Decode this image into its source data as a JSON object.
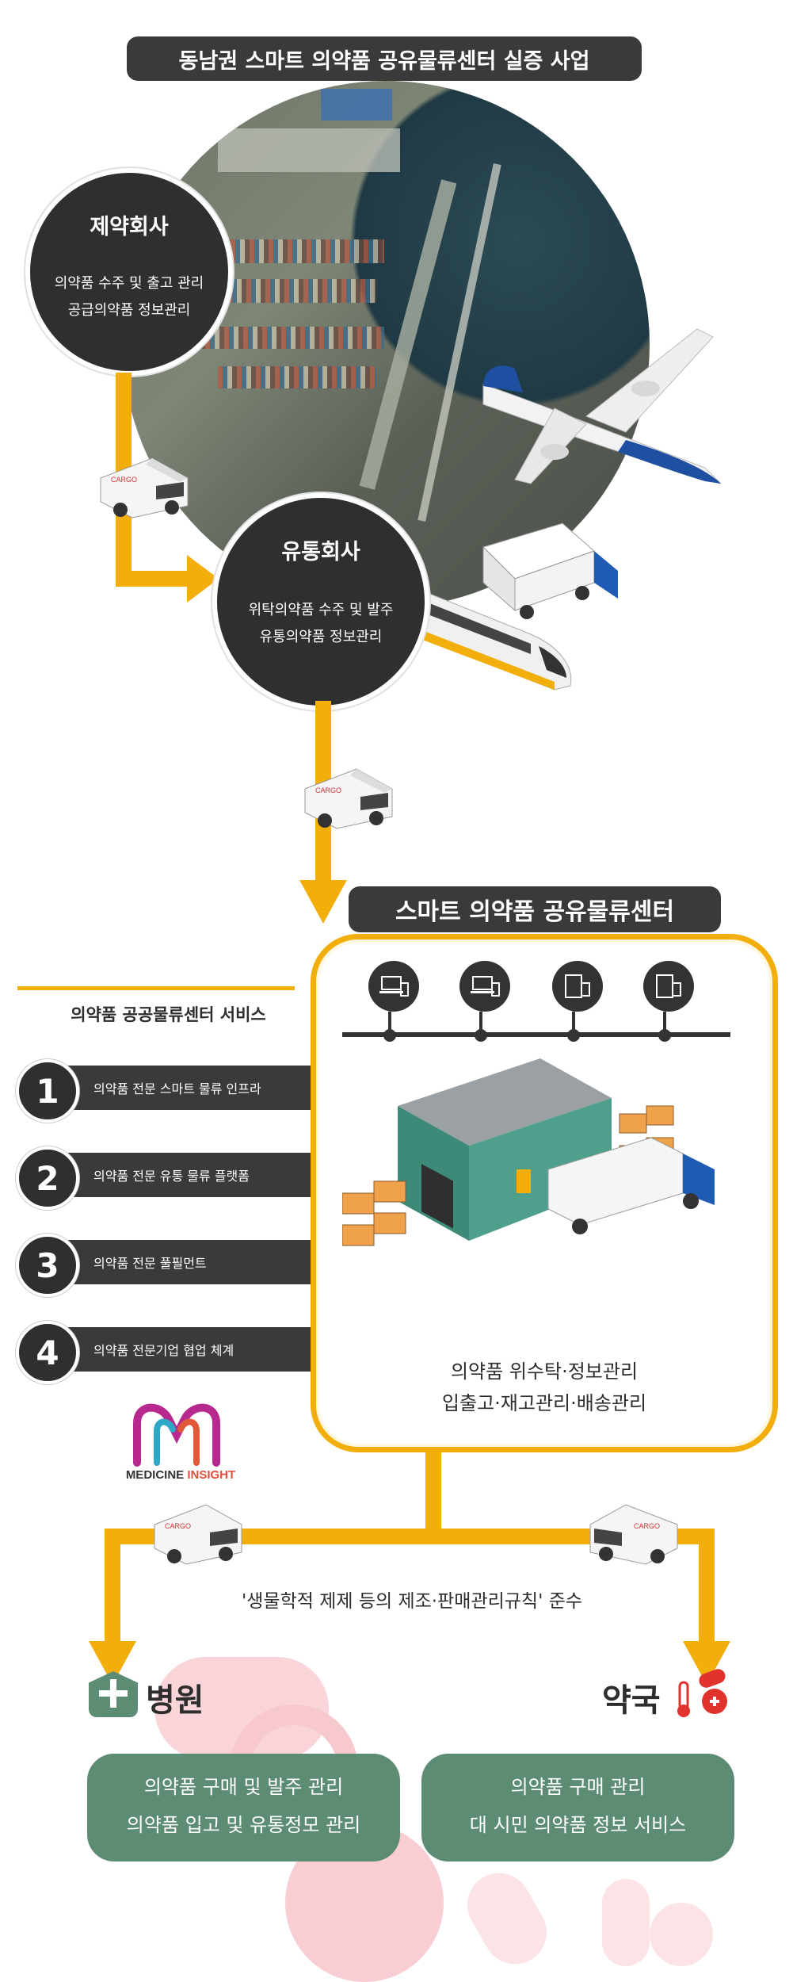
{
  "title": "동남권 스마트 의약품 공유물류센터 실증 사업",
  "pharma_company": {
    "heading": "제약회사",
    "line1": "의약품 수주 및 출고 관리",
    "line2": "공급의약품 정보관리"
  },
  "distributor": {
    "heading": "유통회사",
    "line1": "위탁의약품 수주 및 발주",
    "line2": "유통의약품 정보관리"
  },
  "center": {
    "title": "스마트 의약품 공유물류센터",
    "line1": "의약품 위수탁·정보관리",
    "line2": "입출고·재고관리·배송관리"
  },
  "services": {
    "heading": "의약품 공공물류센터 서비스",
    "items": [
      {
        "num": "1",
        "label": "의약품 전문 스마트 물류 인프라"
      },
      {
        "num": "2",
        "label": "의약품 전문 유통 물류 플랫폼"
      },
      {
        "num": "3",
        "label": "의약품 전문 풀필먼트"
      },
      {
        "num": "4",
        "label": "의약품 전문기업 협업 체계"
      }
    ]
  },
  "logo": {
    "text1": "MEDICINE",
    "text2": "INSIGHT"
  },
  "compliance": "'생물학적 제제 등의 제조·판매관리규칙' 준수",
  "hospital": {
    "label": "병원",
    "line1": "의약품 구매 및 발주 관리",
    "line2": "의약품 입고 및 유통정모 관리"
  },
  "pharmacy": {
    "label": "약국",
    "line1": "의약품 구매 관리",
    "line2": "대 시민 의약품 정보 서비스"
  },
  "van_label": "CARGO",
  "colors": {
    "accent": "#f2ae0a",
    "dark": "#3a3a3a",
    "green": "#5d8c75",
    "pink": "#f7c9cf"
  }
}
